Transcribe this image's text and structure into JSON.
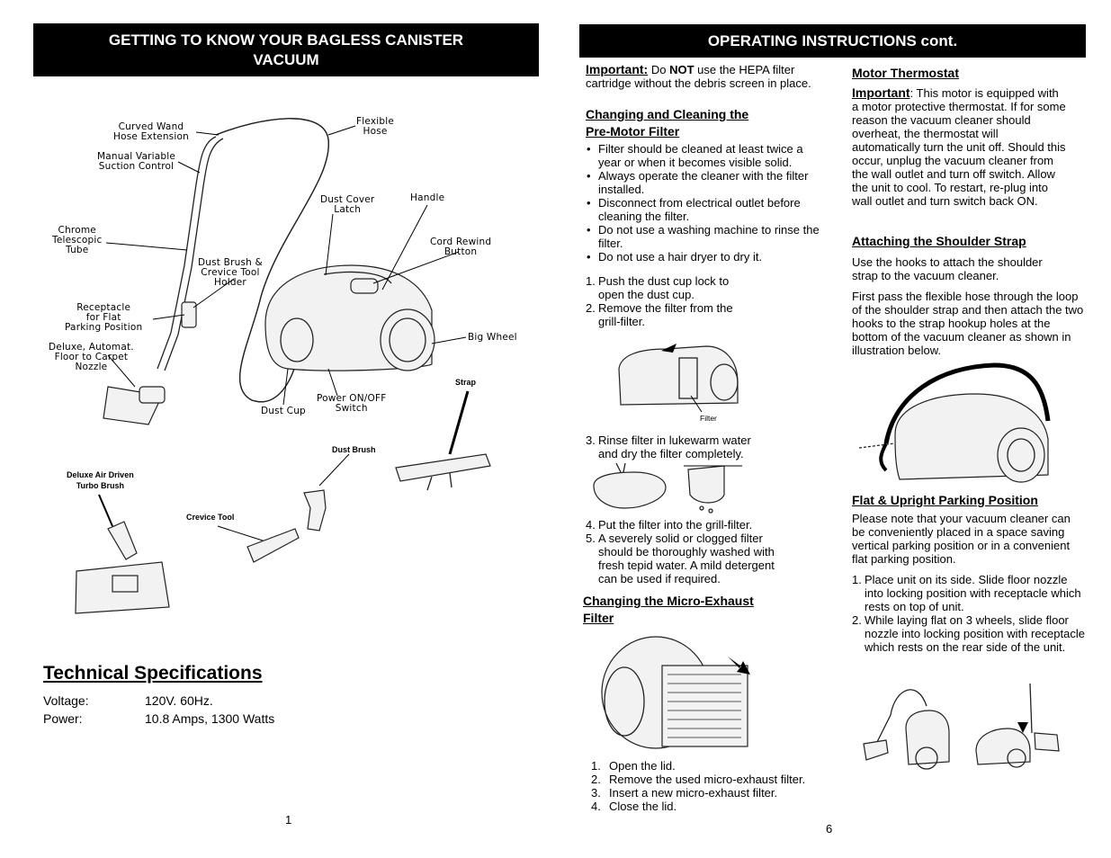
{
  "left_page": {
    "banner_line1": "GETTING TO KNOW  YOUR BAGLESS CANISTER",
    "banner_line2": "VACUUM",
    "diagram_labels": {
      "curved_wand": "Curved Wand\nHose Extension",
      "flexible_hose": "Flexible\nHose",
      "manual_suction": "Manual Variable\nSuction Control",
      "dust_cover_latch": "Dust Cover\nLatch",
      "handle": "Handle",
      "chrome_tube": "Chrome\nTelescopic\nTube",
      "dust_brush_holder": "Dust Brush &\nCrevice Tool\nHolder",
      "cord_rewind": "Cord Rewind\nButton",
      "receptacle": "Receptacle\nfor Flat\nParking Position",
      "big_wheel": "Big Wheel",
      "floor_nozzle": "Deluxe, Automat.\nFloor to Carpet\nNozzle",
      "power_switch": "Power ON/OFF\nSwitch",
      "dust_cup": "Dust Cup"
    },
    "accessory_labels": {
      "strap": "Strap",
      "dust_brush": "Dust Brush",
      "turbo_brush": "Deluxe Air Driven\nTurbo Brush",
      "crevice_tool": "Crevice Tool"
    },
    "specs_title": "Technical Specifications",
    "specs": [
      {
        "label": "Voltage:",
        "value": "120V.  60Hz."
      },
      {
        "label": "Power:",
        "value": "10.8 Amps, 1300 Watts"
      }
    ],
    "page_number": "1"
  },
  "right_page": {
    "banner": "OPERATING INSTRUCTIONS cont.",
    "important_label": "Important:",
    "important_pre": " Do ",
    "important_not": "NOT",
    "important_post": " use the HEPA filter cartridge without the debris screen in place.",
    "premotor_heading_1": "Changing and Cleaning the",
    "premotor_heading_2": "Pre-Motor Filter",
    "premotor_bullets": [
      "Filter should be cleaned at least twice a year or when it becomes visible solid.",
      "Always operate the cleaner with the filter installed.",
      "Disconnect from electrical outlet before cleaning the filter.",
      "Do not use a washing machine to rinse the filter.",
      "Do not use a hair dryer to dry it."
    ],
    "premotor_steps_a": [
      {
        "n": "1.",
        "text": "Push the dust cup lock to open the dust cup."
      },
      {
        "n": "2.",
        "text": "Remove the filter from the grill-filter."
      }
    ],
    "filter_label": "Filter",
    "premotor_step_3": {
      "n": "3.",
      "text": "Rinse filter in lukewarm water and dry the filter completely."
    },
    "premotor_steps_b": [
      {
        "n": "4.",
        "text": "Put the filter into the grill-filter."
      },
      {
        "n": "5.",
        "text": "A severely solid or clogged filter should be thoroughly washed with fresh tepid water. A mild detergent can be used if required."
      }
    ],
    "micro_heading_1": "Changing the Micro-Exhaust",
    "micro_heading_2": "Filter",
    "micro_steps": [
      {
        "n": "1.",
        "text": "Open the lid."
      },
      {
        "n": "2.",
        "text": "Remove the used micro-exhaust filter."
      },
      {
        "n": "3.",
        "text": "Insert a new micro-exhaust filter."
      },
      {
        "n": "4.",
        "text": "Close the lid."
      }
    ],
    "motor_heading": "Motor Thermostat",
    "motor_important": "Important",
    "motor_text": ":  This motor is equipped with a motor protective thermostat.  If for some reason the vacuum cleaner should overheat,  the thermostat will automatically turn the unit off.  Should this occur, unplug the vacuum cleaner from the wall outlet and turn off switch. Allow the unit to cool.  To restart, re-plug into wall outlet and turn switch back ON.",
    "strap_heading": "Attaching the Shoulder Strap",
    "strap_p1": "Use the hooks to attach the shoulder strap to the vacuum cleaner.",
    "strap_p2": "First pass the flexible hose through the loop of the shoulder strap and then attach the two hooks to the strap hookup holes at the bottom of the vacuum cleaner as shown in illustration below.",
    "parking_heading": "Flat & Upright Parking Position",
    "parking_p": "Please note that your vacuum cleaner can be conveniently placed in a space saving vertical parking position or in a convenient flat parking position.",
    "parking_steps": [
      {
        "n": "1.",
        "text": "Place unit on its side.  Slide floor nozzle into locking position with receptacle which rests on top of unit."
      },
      {
        "n": "2.",
        "text": "While laying flat on 3 wheels, slide floor nozzle into locking position with receptacle which rests on the rear side of the unit."
      }
    ],
    "page_number": "6"
  }
}
